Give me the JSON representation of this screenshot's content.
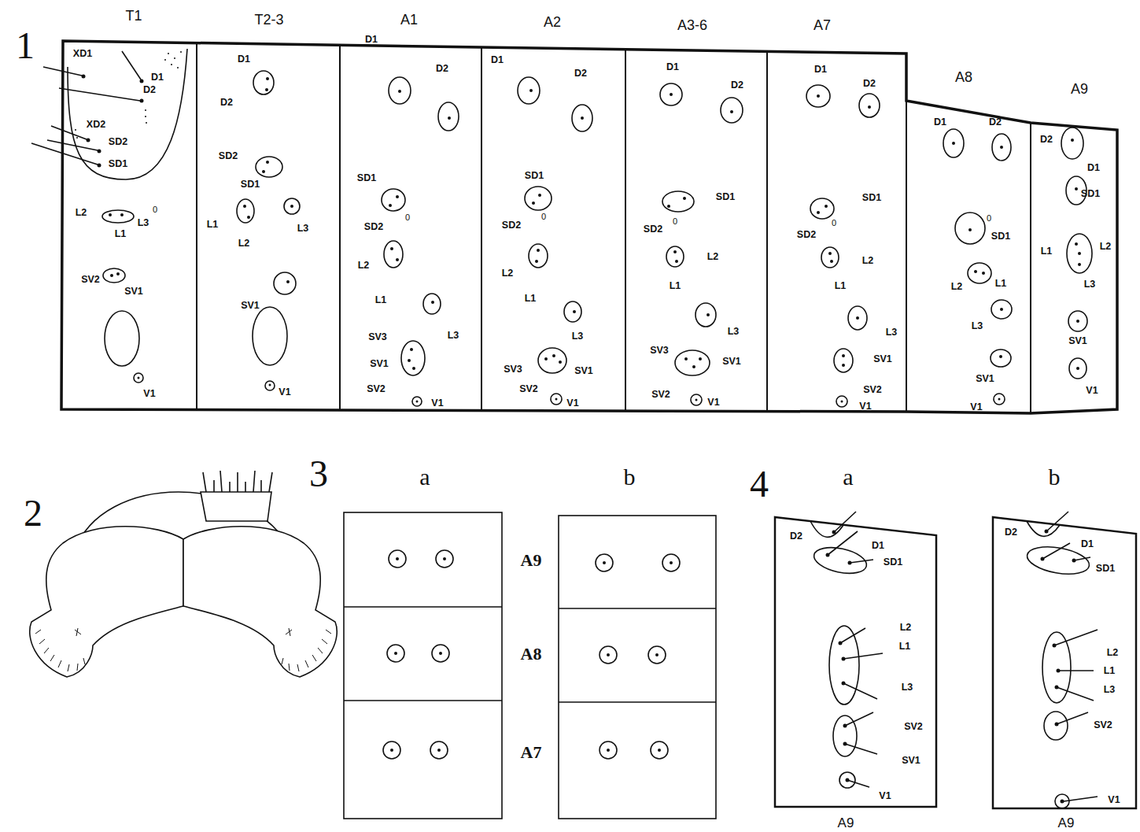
{
  "diagram": {
    "labels": [
      "1",
      "T1",
      "T2-3",
      "A1",
      "A2",
      "A3-6",
      "A7",
      "A8",
      "A9",
      "XD1",
      "D1",
      "D2",
      "XD2",
      "SD2",
      "SD1",
      "L2",
      "0",
      "L3",
      "L1",
      "SV2",
      "SV1",
      "V1",
      "D1",
      "D2",
      "SD2",
      "SD1",
      "L1",
      "L3",
      "L2",
      "SV1",
      "V1",
      "D1",
      "D2",
      "SD1",
      "SD2",
      "0",
      "L2",
      "L1",
      "L3",
      "SV3",
      "SV1",
      "SV2",
      "V1",
      "D1",
      "D2",
      "SD1",
      "SD2",
      "0",
      "L2",
      "L1",
      "L3",
      "SV3",
      "SV1",
      "SV2",
      "V1",
      "D1",
      "D2",
      "SD1",
      "SD2",
      "0",
      "L2",
      "L1",
      "L3",
      "SV3",
      "SV1",
      "SV2",
      "V1",
      "D1",
      "D2",
      "SD1",
      "SD2",
      "0",
      "L2",
      "L1",
      "L3",
      "SV1",
      "SV2",
      "V1",
      "D1",
      "D2",
      "0",
      "SD1",
      "L2",
      "L1",
      "L3",
      "SV1",
      "V1",
      "D2",
      "D1",
      "SD1",
      "L1",
      "L2",
      "L3",
      "SV1",
      "V1",
      "2",
      "3",
      "a",
      "b",
      "A9",
      "A8",
      "A7",
      "4",
      "a",
      "b",
      "D2",
      "D1",
      "SD1",
      "L2",
      "L1",
      "L3",
      "SV2",
      "SV1",
      "V1",
      "A9",
      "D2",
      "D1",
      "SD1",
      "L2",
      "L1",
      "L3",
      "SV2",
      "V1",
      "A9"
    ]
  }
}
